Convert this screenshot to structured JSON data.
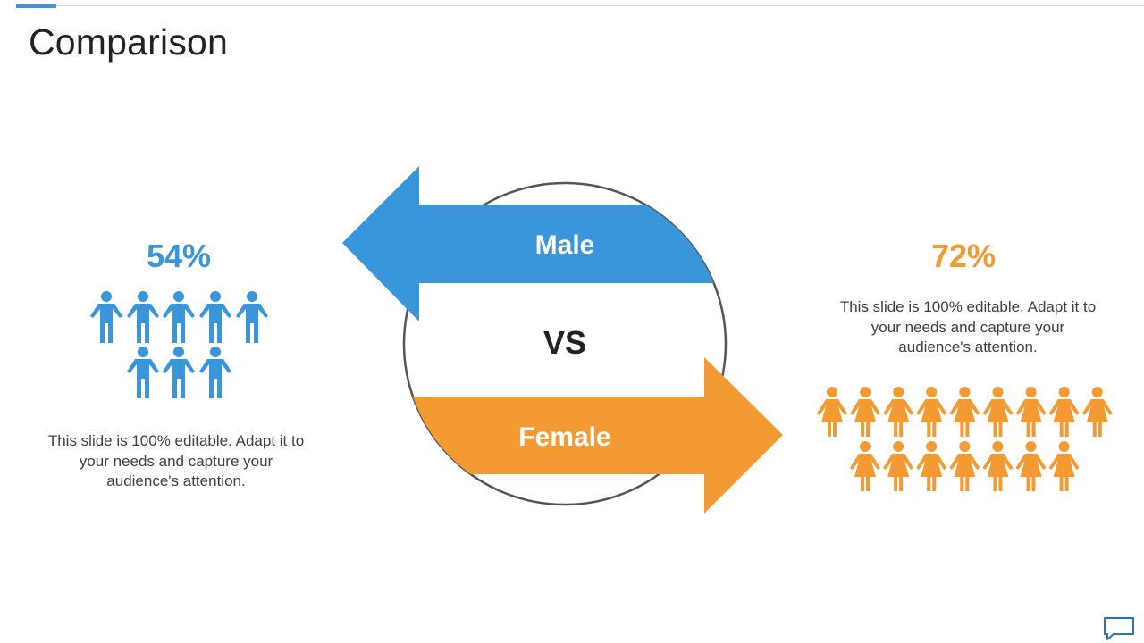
{
  "slide": {
    "title": "Comparison"
  },
  "colors": {
    "male": "#3a96db",
    "female": "#f39a32",
    "ring": "#555555",
    "vs": "#222222"
  },
  "comparison": {
    "vs_label": "VS",
    "male": {
      "label": "Male",
      "percent": "54%",
      "description": "This slide is 100% editable. Adapt it to your needs and capture your audience's attention.",
      "icon": "man-icon",
      "icon_count": 8
    },
    "female": {
      "label": "Female",
      "percent": "72%",
      "description": "This slide is 100% editable. Adapt it to your needs and capture your audience's attention.",
      "icon": "woman-icon",
      "icon_count": 16
    }
  },
  "footer": {
    "icon": "comment-icon"
  }
}
